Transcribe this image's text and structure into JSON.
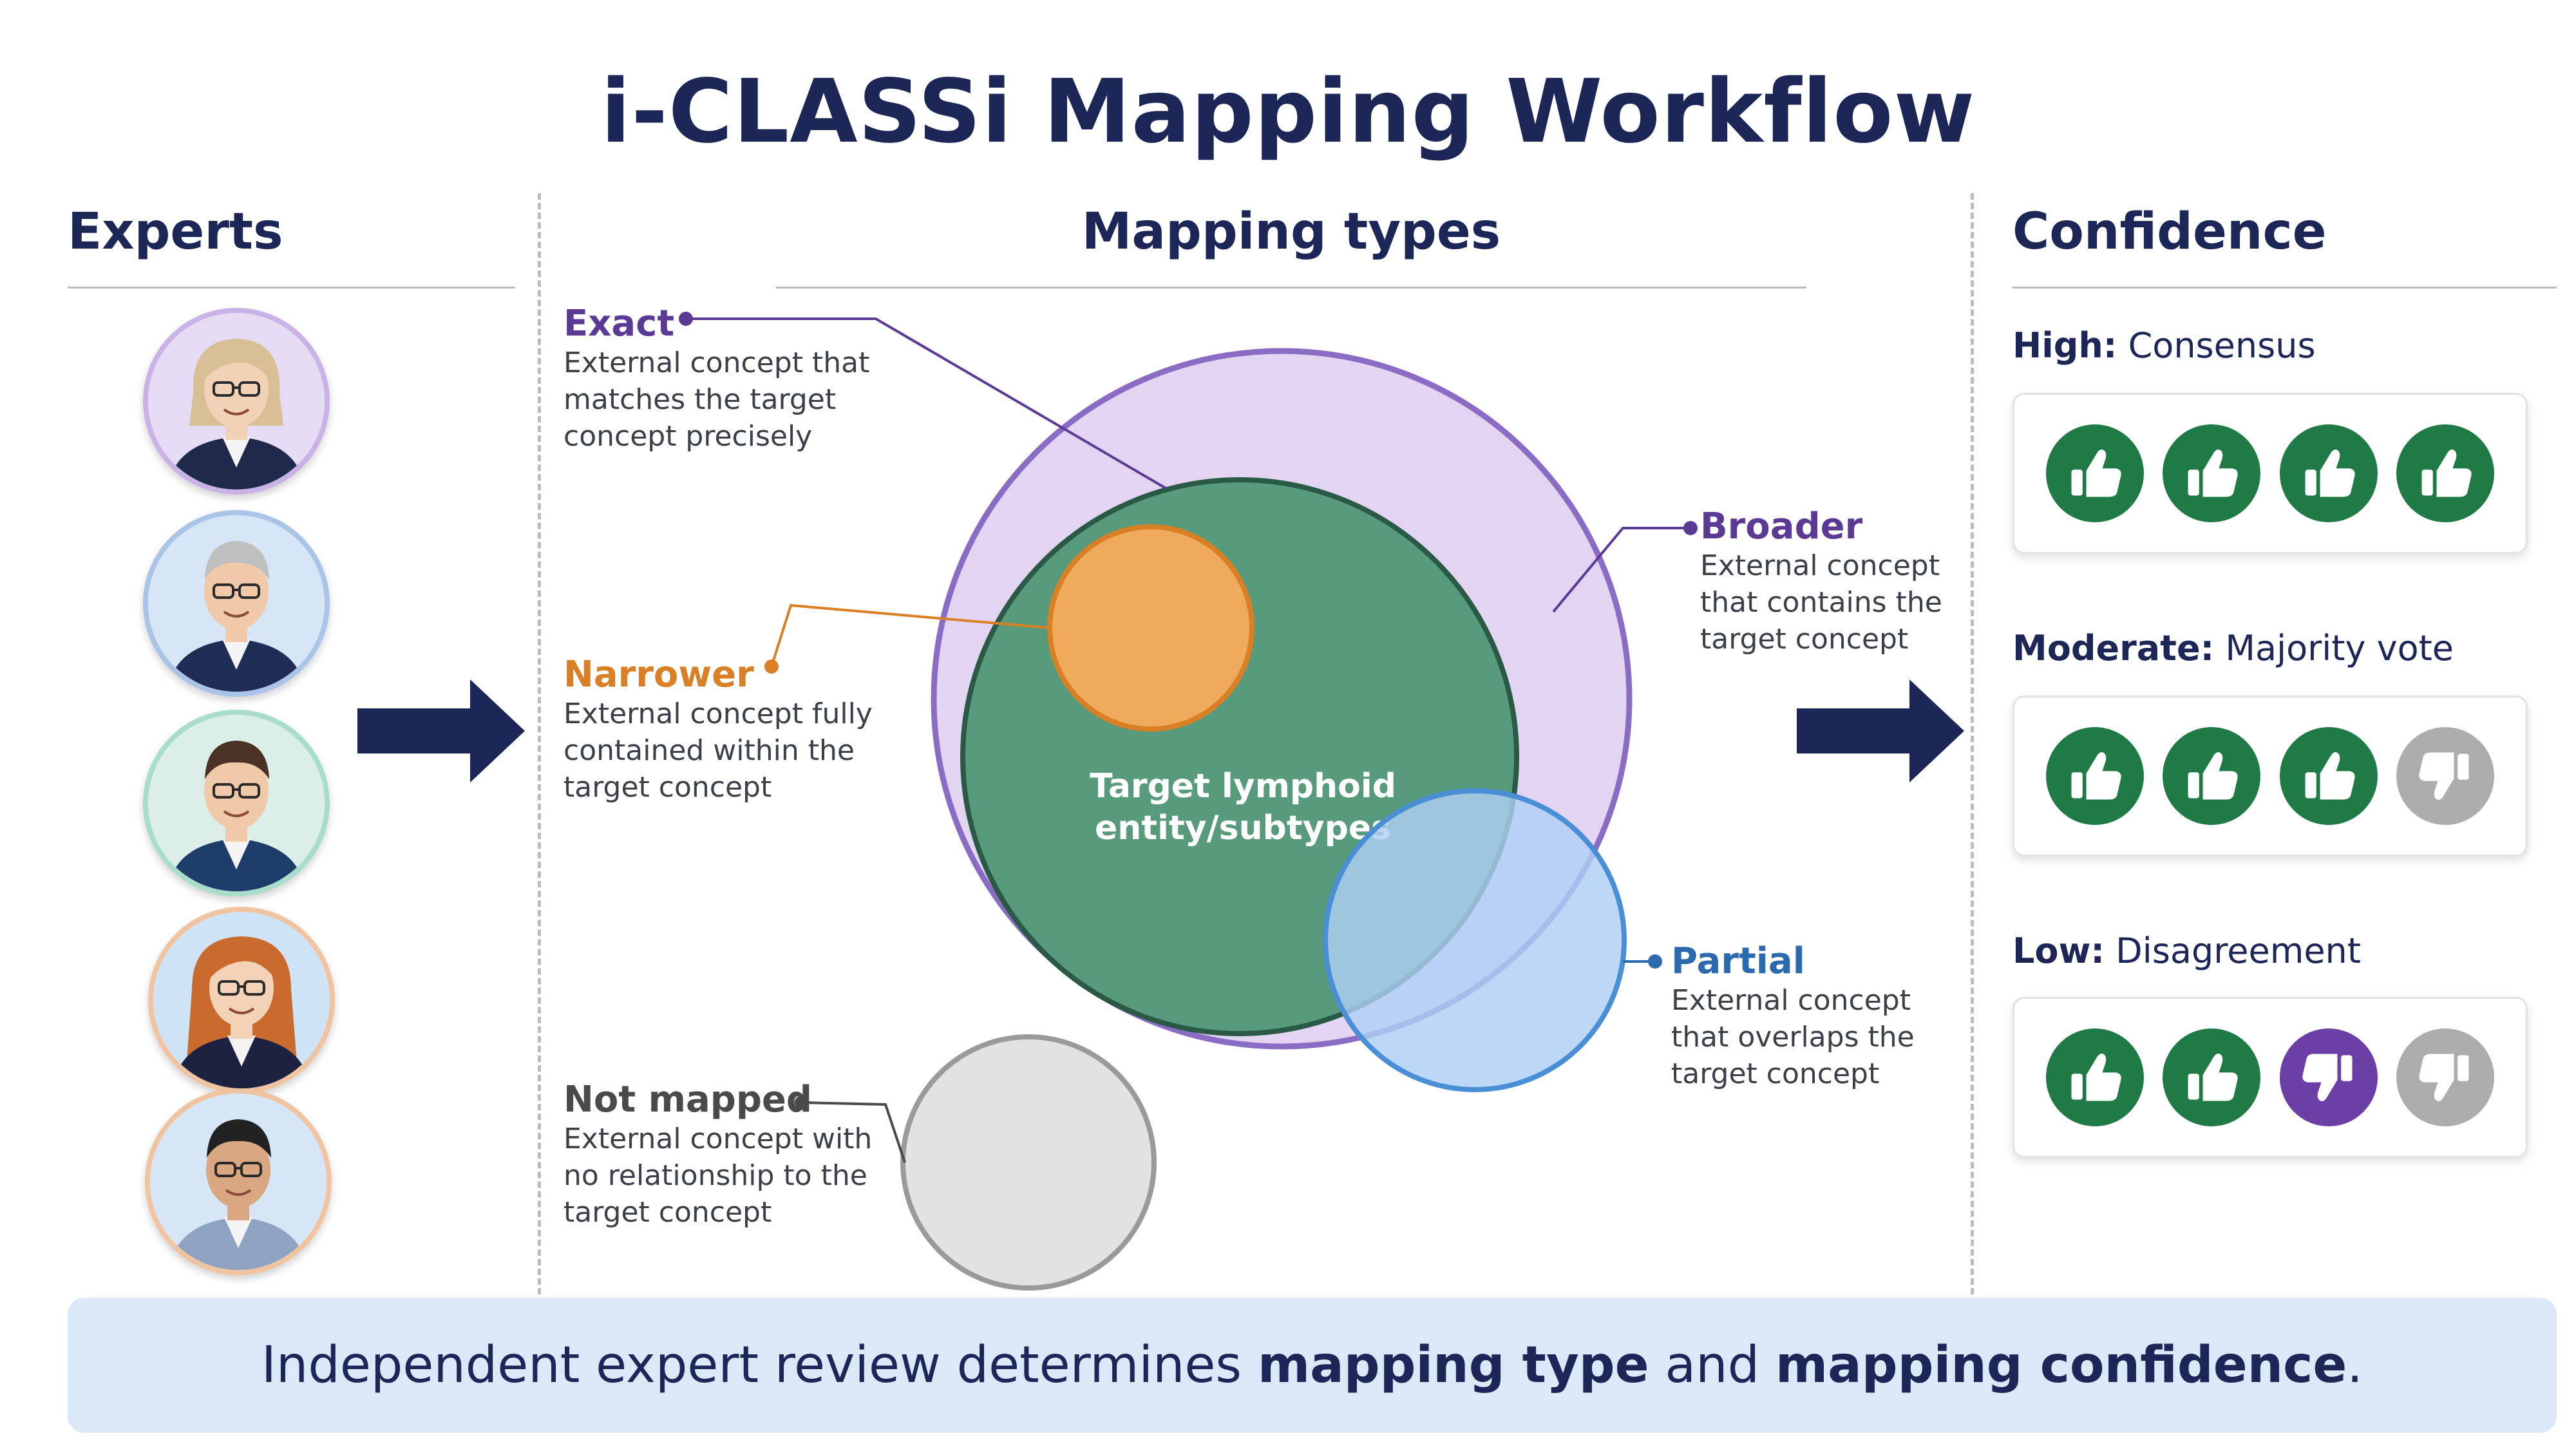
{
  "title": "i-CLASSi Mapping Workflow",
  "experts": {
    "heading": "Experts",
    "avatars": [
      {
        "name": "expert-1",
        "ring": "#c9b3e6",
        "bg": "#e6dbf4",
        "hair": "#d8bf95",
        "suit": "#1f2a4a",
        "hairstyle": "bob",
        "skin": "#f2d2b6"
      },
      {
        "name": "expert-2",
        "ring": "#a9c4e6",
        "bg": "#d6e6f6",
        "hair": "#bfbfbf",
        "suit": "#1f2d55",
        "hairstyle": "short",
        "skin": "#f0c9a9"
      },
      {
        "name": "expert-3",
        "ring": "#a8dccb",
        "bg": "#dbeee8",
        "hair": "#4a3324",
        "suit": "#1e3d6b",
        "hairstyle": "short",
        "skin": "#f0c9a9"
      },
      {
        "name": "expert-4",
        "ring": "#f0c4a0",
        "bg": "#cfe3f6",
        "hair": "#c96a2e",
        "suit": "#1c2240",
        "hairstyle": "long",
        "skin": "#f4d2b8"
      },
      {
        "name": "expert-5",
        "ring": "#f0c4a0",
        "bg": "#d6e6f6",
        "hair": "#222222",
        "suit": "#8ea3c2",
        "hairstyle": "short",
        "skin": "#d9a882"
      }
    ]
  },
  "mapping": {
    "heading": "Mapping types",
    "center_label_line1": "Target lymphoid",
    "center_label_line2": "entity/subtypes",
    "types": {
      "exact": {
        "label": "Exact",
        "color": "#5b3a96",
        "desc": [
          "External concept that",
          "matches the target",
          "concept precisely"
        ]
      },
      "narrower": {
        "label": "Narrower",
        "color": "#d97f26",
        "desc": [
          "External concept fully",
          "contained within the",
          "target concept"
        ]
      },
      "broader": {
        "label": "Broader",
        "color": "#5b3a96",
        "desc": [
          "External concept",
          "that contains the",
          "target concept"
        ]
      },
      "partial": {
        "label": "Partial",
        "color": "#2c6ab0",
        "desc": [
          "External concept",
          "that overlaps the",
          "target concept"
        ]
      },
      "not_mapped": {
        "label": "Not mapped",
        "color": "#4a4a4a",
        "desc": [
          "External concept with",
          "no relationship to the",
          "target concept"
        ]
      }
    }
  },
  "confidence": {
    "heading": "Confidence",
    "levels": [
      {
        "strong": "High:",
        "text": " Consensus",
        "votes": [
          "up",
          "up",
          "up",
          "up"
        ]
      },
      {
        "strong": "Moderate:",
        "text": " Majority vote",
        "votes": [
          "up",
          "up",
          "up",
          "neutral"
        ]
      },
      {
        "strong": "Low:",
        "text": " Disagreement",
        "votes": [
          "up",
          "up",
          "down",
          "neutral"
        ]
      }
    ]
  },
  "footer": {
    "part1": "Independent expert review determines ",
    "bold1": "mapping type",
    "part2": " and ",
    "bold2": "mapping confidence",
    "part3": "."
  },
  "colors": {
    "navy": "#1c2657",
    "target_green": "#579a7c",
    "broader_fill": "#e3d5f2",
    "broader_stroke": "#8a6cc4",
    "narrower_fill": "#f0aa5c",
    "partial_fill": "#aed0f4",
    "notmapped_fill": "#e2e2e2"
  }
}
